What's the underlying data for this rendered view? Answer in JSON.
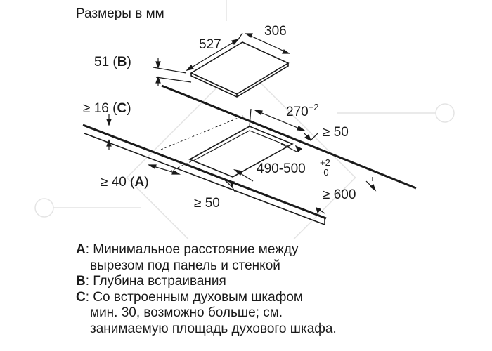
{
  "title": "Размеры в мм",
  "dimensions": {
    "depth": "527",
    "width": "306",
    "height_value": "51 (",
    "height_key": "B",
    "clearance_top_value": "≥ 16 (",
    "clearance_top_key": "C",
    "cutout_width": "270",
    "cutout_width_tol": "+2",
    "side_gap_right": "≥ 50",
    "cutout_depth": "490-500",
    "cutout_depth_tol_plus": "+2",
    "cutout_depth_tol_minus": "-0",
    "wall_gap_value": "≥ 40 (",
    "wall_gap_key": "A",
    "front_gap": "≥ 50",
    "counter_depth": "≥ 600"
  },
  "legend": [
    {
      "key": "A",
      "lines": [
        "Минимальное расстояние между",
        "вырезом под панель и стенкой"
      ]
    },
    {
      "key": "B",
      "lines": [
        "Глубина встраивания"
      ]
    },
    {
      "key": "C",
      "lines": [
        "Со встроенным духовым шкафом",
        "мин. 30, возможно больше; см.",
        "занимаемую площадь духового шкафа."
      ]
    }
  ]
}
